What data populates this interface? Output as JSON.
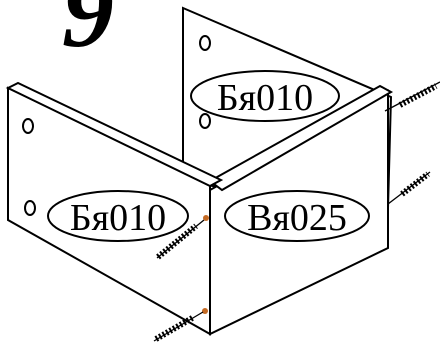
{
  "step": {
    "number": "9"
  },
  "panels": {
    "back": {
      "label": "Бя010"
    },
    "left": {
      "label": "Бя010"
    },
    "front": {
      "label": "Вя025"
    }
  },
  "colors": {
    "ink": "#000000",
    "panel_fill": "#ffffff",
    "panel_edge": "#ffffff",
    "screw_tip": "#c46a24"
  },
  "icons": {
    "fastener": "screw-icon"
  }
}
